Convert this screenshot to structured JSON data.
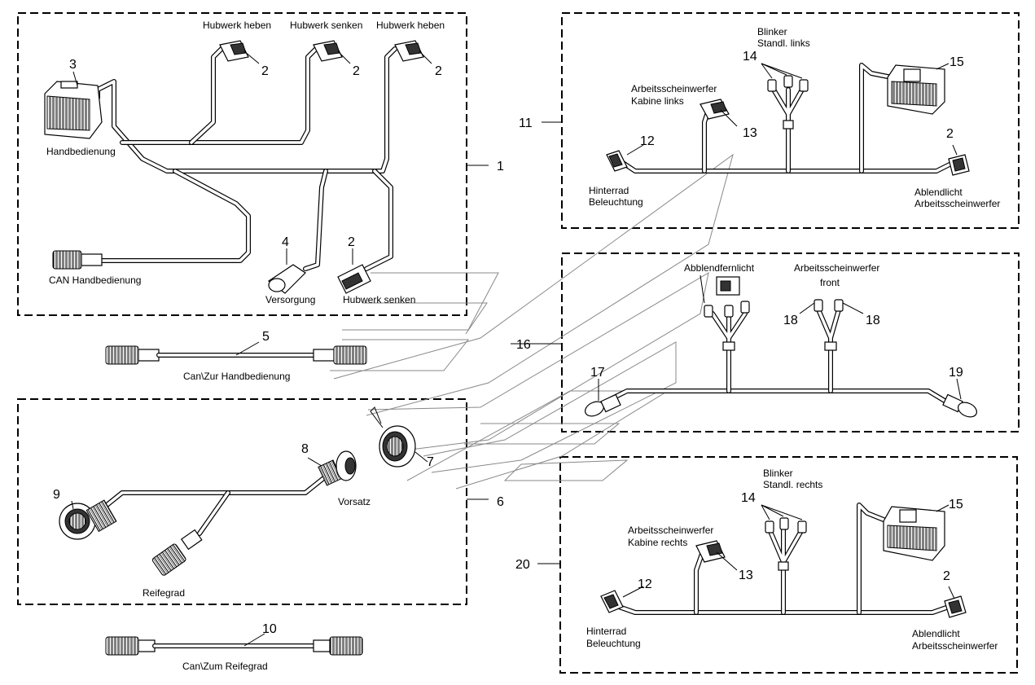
{
  "labels": {
    "hubwerk_heben_1": "Hubwerk heben",
    "hubwerk_senken_1": "Hubwerk senken",
    "hubwerk_heben_2": "Hubwerk heben",
    "handbedienung": "Handbedienung",
    "can_handbedienung": "CAN Handbedienung",
    "versorgung": "Versorgung",
    "hubwerk_senken_2": "Hubwerk senken",
    "can_zur_handbedienung": "Can\\Zur Handbedienung",
    "vorsatz": "Vorsatz",
    "reifegrad": "Reifegrad",
    "can_zum_reifegrad": "Can\\Zum Reifegrad",
    "blinker_1a": "Blinker",
    "blinker_1b": "Standl. links",
    "arbeits_kabine_links_a": "Arbeitsscheinwerfer",
    "arbeits_kabine_links_b": "Kabine links",
    "hinterrad_1a": "Hinterrad",
    "hinterrad_1b": "Beleuchtung",
    "ablendlicht_1a": "Ablendlicht",
    "ablendlicht_1b": "Arbeitsscheinwerfer",
    "abblendfernlicht": "Abblendfernlicht",
    "arbeits_front_a": "Arbeitsscheinwerfer",
    "arbeits_front_b": "front",
    "blinker_2a": "Blinker",
    "blinker_2b": "Standl. rechts",
    "arbeits_kabine_rechts_a": "Arbeitsscheinwerfer",
    "arbeits_kabine_rechts_b": "Kabine rechts",
    "hinterrad_2a": "Hinterrad",
    "hinterrad_2b": "Beleuchtung",
    "ablendlicht_2a": "Ablendlicht",
    "ablendlicht_2b": "Arbeitsscheinwerfer"
  },
  "callouts": {
    "c1": "1",
    "c2a": "2",
    "c2b": "2",
    "c2c": "2",
    "c2d": "2",
    "c3": "3",
    "c4": "4",
    "c5": "5",
    "c6": "6",
    "c7": "7",
    "c8": "8",
    "c9": "9",
    "c10": "10",
    "c11": "11",
    "c2e": "2",
    "c12a": "12",
    "c13a": "13",
    "c14a": "14",
    "c15a": "15",
    "c16": "16",
    "c17": "17",
    "c18a": "18",
    "c18b": "18",
    "c19": "19",
    "c20": "20",
    "c2f": "2",
    "c12b": "12",
    "c13b": "13",
    "c14b": "14",
    "c15b": "15"
  }
}
